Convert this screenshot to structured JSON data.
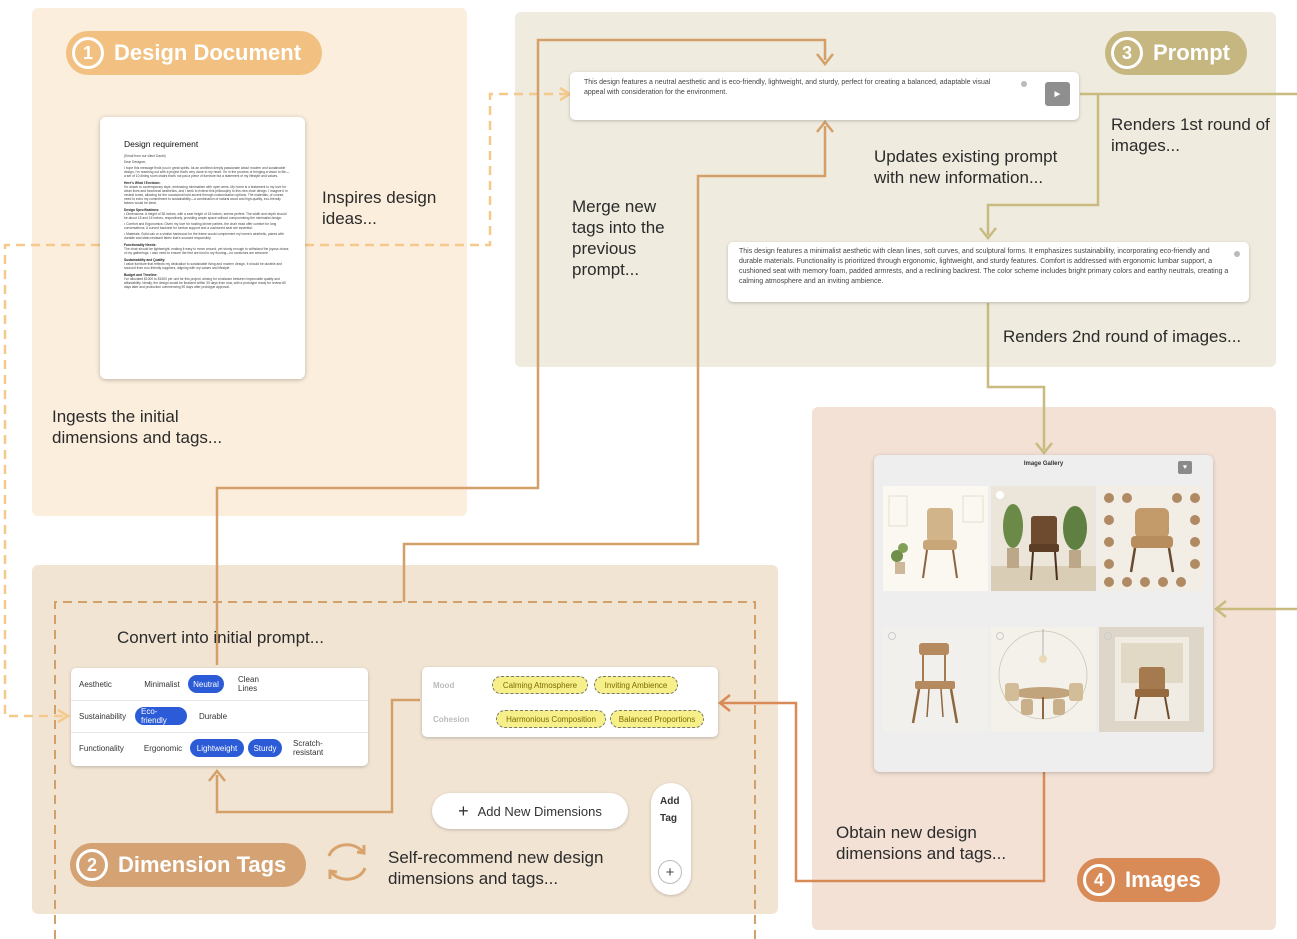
{
  "steps": {
    "design_document": {
      "number": "1",
      "title": "Design Document"
    },
    "dimension_tags": {
      "number": "2",
      "title": "Dimension Tags"
    },
    "prompt": {
      "number": "3",
      "title": "Prompt"
    },
    "images": {
      "number": "4",
      "title": "Images"
    }
  },
  "annotations": {
    "inspires": "Inspires design ideas...",
    "ingests": "Ingests the initial dimensions and tags...",
    "merge": "Merge new tags into the previous prompt...",
    "updates": "Updates existing prompt with new information...",
    "renders_first": "Renders 1st round of images...",
    "renders_second": "Renders 2nd round of images...",
    "convert": "Convert into initial prompt...",
    "self_recommend": "Self-recommend new design dimensions and tags...",
    "obtain": "Obtain new design dimensions and tags..."
  },
  "document": {
    "title": "Design requirement",
    "lines": [
      "(Email from our client David)",
      "Dear Designer,",
      "I hope this message finds you in great spirits. As an architect deeply passionate about modern and sustainable design, I'm reaching out with a project that's very close to my heart. I'm in the process of bringing a vision to life—a set of 10 dining room chairs that's not just a piece of furniture but a statement of my lifestyle and values.",
      "Here's What I Envision:",
      "I'm drawn to contemporary style, embracing minimalism with open arms. My home is a testament to my love for clean lines and functional aesthetics, and I seek to extend this philosophy to this new chair design. I imagine it in neutral tones, allowing for the occasional bold accent through customization options. The materials, of course, need to echo my commitment to sustainability—a combination of natural wood and high-quality, eco-friendly fabrics would be ideal.",
      "Design Specifications:",
      "• Dimensions: A height of 38 inches, with a seat height of 18 inches, seems perfect. The width and depth should be about 18 and 16 inches, respectively, providing ample space without compromising the minimalist design.",
      "• Comfort and Ergonomics: Given my love for hosting dinner parties, the chair must offer comfort for long conversations. A curved backrest for lumbar support and a cushioned seat are essential.",
      "• Materials: Solid oak or a similar hardwood for the frame would complement my home's aesthetic, paired with durable and stain-resistant fabric that's sourced responsibly.",
      "Functionality Needs:",
      "The chair should be lightweight, making it easy to move around, yet sturdy enough to withstand the joyous chaos of my gatherings. I also need to ensure the feet are kind to my flooring—no scratches are welcome.",
      "Sustainability and Quality:",
      "I value furniture that reflects my dedication to sustainable living and modern design. It should be durable and sourced from eco-friendly suppliers, aligning with my values and lifestyle.",
      "Budget and Timeline:",
      "I've allocated $1000 to $1500 per unit for this project, aiming for a balance between impeccable quality and affordability. Ideally, the design would be finalized within 30 days from now, with a prototype ready for review 60 days later and production commencing 90 days after prototype approval."
    ]
  },
  "prompts": {
    "first": "This design features a neutral aesthetic and is eco-friendly, lightweight, and sturdy, perfect for creating a balanced, adaptable visual appeal with consideration for the environment.",
    "second": "This design features a minimalist aesthetic with clean lines, soft curves, and sculptural forms. It emphasizes sustainability, incorporating eco-friendly and durable materials. Functionality is prioritized through ergonomic, lightweight, and sturdy features. Comfort is addressed with ergonomic lumbar support, a cushioned seat with memory foam, padded armrests, and a reclining backrest. The color scheme includes bright primary colors and earthy neutrals, creating a calming atmosphere and an inviting ambience."
  },
  "dimensions": [
    {
      "label": "Aesthetic",
      "tags": [
        {
          "text": "Minimalist",
          "selected": false
        },
        {
          "text": "Neutral",
          "selected": true
        },
        {
          "text": "Clean Lines",
          "selected": false
        }
      ]
    },
    {
      "label": "Sustainability",
      "tags": [
        {
          "text": "Eco-friendly",
          "selected": true
        },
        {
          "text": "Durable",
          "selected": false
        }
      ]
    },
    {
      "label": "Functionality",
      "tags": [
        {
          "text": "Ergonomic",
          "selected": false
        },
        {
          "text": "Lightweight",
          "selected": true
        },
        {
          "text": "Sturdy",
          "selected": true
        },
        {
          "text": "Scratch-resistant",
          "selected": false
        }
      ]
    }
  ],
  "recommended": [
    {
      "label": "Mood",
      "tags": [
        "Calming Atmosphere",
        "Inviting Ambience"
      ]
    },
    {
      "label": "Cohesion",
      "tags": [
        "Harmonious Composition",
        "Balanced Proportions"
      ]
    }
  ],
  "buttons": {
    "add_dimension": "Add New Dimensions",
    "add_tag_line1": "Add",
    "add_tag_line2": "Tag",
    "add_symbol": "+"
  },
  "gallery": {
    "title": "Image Gallery",
    "icon": "heart-icon"
  },
  "colors": {
    "panel1": "#fbeedc",
    "panel2": "#f1e4d3",
    "panel3": "#efebdf",
    "panel4": "#f3e1d5",
    "arrow_orange": "#d4a06a",
    "arrow_olive": "#c9bb80",
    "arrow_light": "#f5c98c",
    "tag_selected": "#2b5bd6",
    "tag_recommended": "#f7f08a"
  }
}
